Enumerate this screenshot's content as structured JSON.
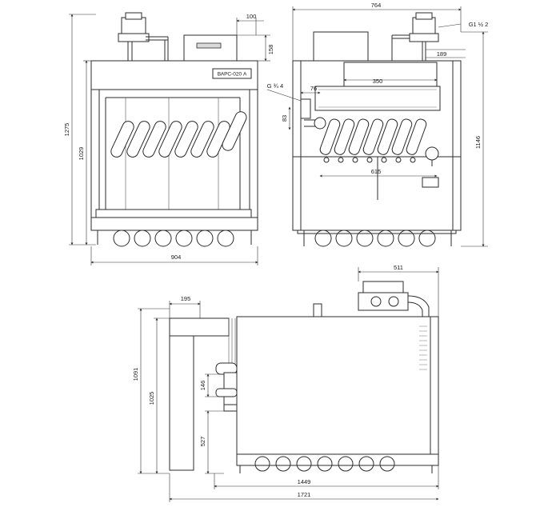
{
  "panel_label": "ВАРС-020 А",
  "front_view": {
    "dims": {
      "top_module_width": "100",
      "top_module_height": "158",
      "total_height": "1275",
      "body_height": "1029",
      "width": "904"
    }
  },
  "side_view": {
    "dims": {
      "width": "764",
      "gas_thread": "G1 ½ 2",
      "valve_height": "189",
      "water_thread": "G ¾ 4",
      "pipe_offset": "76",
      "flue_width": "350",
      "pipe_height": "83",
      "burner_length": "615",
      "total_height": "1146"
    }
  },
  "plan_view": {
    "dims": {
      "valve_width": "511",
      "flue_depth": "195",
      "total_height": "1091",
      "body_height": "1025",
      "outlet_height": "146",
      "inlet_height": "527",
      "body_length": "1449",
      "total_length": "1721"
    }
  }
}
